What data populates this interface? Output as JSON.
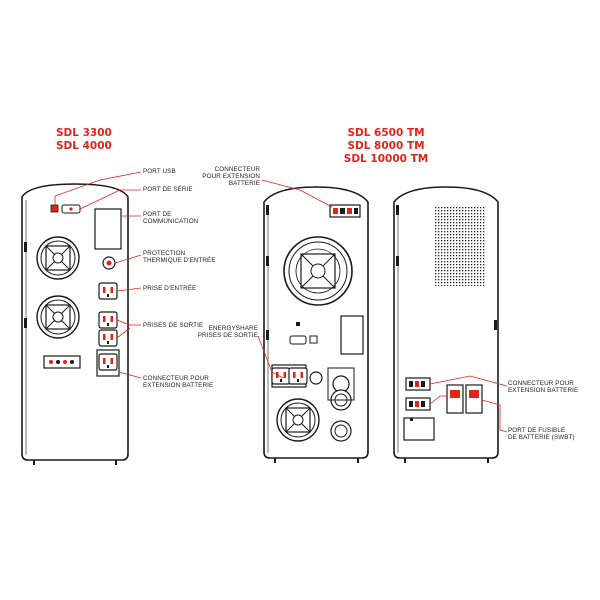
{
  "colors": {
    "accent": "#e2231a",
    "line": "#1a1a1a",
    "background": "#ffffff"
  },
  "left_panel": {
    "models": [
      "SDL 3300",
      "SDL 4000"
    ],
    "labels": {
      "usb": "PORT USB",
      "serial": "PORT DE SÉRIE",
      "comm_1": "PORT DE",
      "comm_2": "COMMUNICATION",
      "protect_1": "PROTECTION",
      "protect_2": "THERMIQUE D'ENTRÉE",
      "input": "PRISE D'ENTRÉE",
      "outputs": "PRISES DE SORTIE",
      "batt_1": "CONNECTEUR POUR",
      "batt_2": "EXTENSION BATTERIE"
    }
  },
  "right_panel": {
    "models": [
      "SDL 6500 TM",
      "SDL 8000 TM",
      "SDL 10000 TM"
    ],
    "labels": {
      "conn_1": "CONNECTEUR",
      "conn_2": "POUR EXTENSION",
      "conn_3": "BATTERIE",
      "energy_1": "ENERGYSHARE",
      "energy_2": "PRISES DE SORTIE",
      "rconn_1": "CONNECTEUR POUR",
      "rconn_2": "EXTENSION BATTERIE",
      "fuse_1": "PORT DE FUSIBLE",
      "fuse_2": "DE BATTERIE (SWBT)"
    }
  }
}
